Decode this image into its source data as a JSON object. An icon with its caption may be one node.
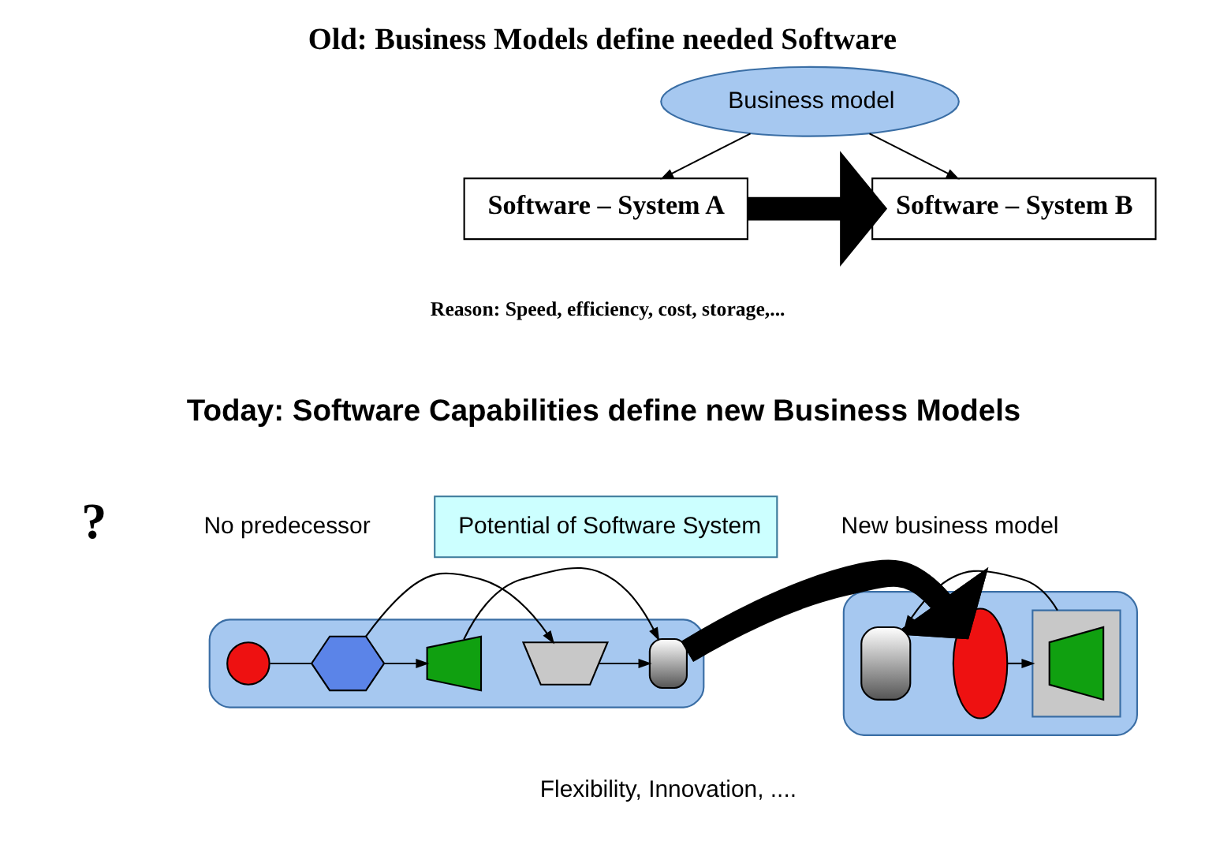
{
  "diagram": {
    "title": "Old: Business Models define needed Software",
    "nodes": [
      {
        "text": [
          "Business model"
        ]
      },
      {
        "text": [
          "Software – System A"
        ]
      },
      {
        "text": [
          "Software – System B"
        ]
      },
      {
        "text": [
          "Potential of Software System"
        ]
      },
      {
        "text": [],
        "shape": "ellipse"
      },
      {
        "text": [],
        "shape": "circle",
        "in": 4
      },
      {
        "text": [],
        "shape": "hexagon",
        "in": 4
      },
      {
        "text": [],
        "shape": "trapezoid",
        "in": 4
      },
      {
        "text": [],
        "shape": "trapezoid",
        "in": 4
      },
      {
        "text": [],
        "shape": "box",
        "in": 4
      },
      {
        "text": [],
        "shape": "ellipse"
      },
      {
        "text": [],
        "shape": "ellipse",
        "in": 10
      },
      {
        "text": [],
        "shape": "trapezoid",
        "in": 10
      },
      {
        "text": [],
        "shape": "trapezoid",
        "in": 12
      },
      {
        "text": [],
        "shape": "box",
        "in": 10
      }
    ],
    "edges": [
      {
        "from": 0,
        "to": 1,
        "arrow": "to"
      },
      {
        "from": 0,
        "to": 2,
        "arrow": "to"
      },
      {
        "from": 1,
        "to": 2,
        "arrow": "to",
        "style": "thick"
      },
      {
        "from": 5,
        "to": 6,
        "arrow": "none"
      },
      {
        "from": 6,
        "to": 7,
        "arrow": "to"
      },
      {
        "from": 6,
        "to": 8,
        "arrow": "to"
      },
      {
        "from": 7,
        "to": 9,
        "arrow": "to"
      },
      {
        "from": 8,
        "to": 9,
        "arrow": "to"
      },
      {
        "from": 4,
        "to": 10,
        "arrow": "to",
        "style": "thick"
      },
      {
        "from": 11,
        "to": 12,
        "arrow": "to"
      },
      {
        "from": 12,
        "to": 14,
        "arrow": "to"
      }
    ],
    "labels": [
      "Reason: Speed, efficiency, cost, storage,...",
      "Today: Software Capabilities define new Business Models",
      "?",
      "No predecessor",
      "New business model",
      "Flexibility, Innovation, ...."
    ]
  }
}
